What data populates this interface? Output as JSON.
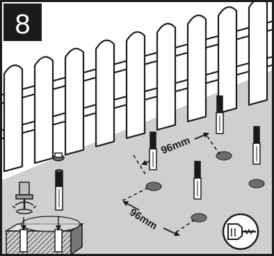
{
  "step": {
    "number": "8"
  },
  "dimensions": {
    "horizontal": "96mm",
    "diagonal": "96mm"
  },
  "icons": [
    "drill-icon",
    "anchor-plug-icon",
    "fence-icon"
  ],
  "colors": {
    "ground": "#cfcfcf",
    "frame": "#1a1a1a",
    "hole": "#6e6e6e",
    "slab": "#5a5a5a",
    "picket": "#ffffff"
  }
}
